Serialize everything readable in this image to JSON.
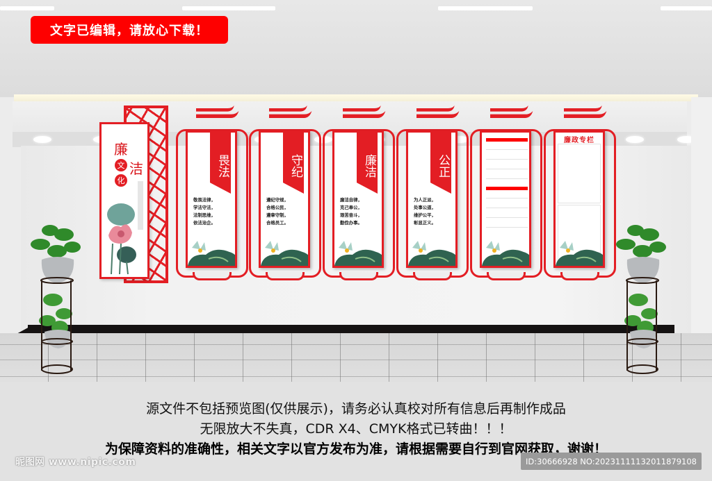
{
  "banner": {
    "text": "文字已编辑，请放心下载！",
    "color": "#fe0000"
  },
  "culture_panel": {
    "title_chars": [
      "廉",
      "洁"
    ],
    "sub_chars": [
      "文",
      "化"
    ]
  },
  "panels": [
    {
      "title": "畏法",
      "lines": [
        "敬畏法律，",
        "学法守法，",
        "法制思维，",
        "依法治企。"
      ]
    },
    {
      "title": "守纪",
      "lines": [
        "遵纪守规，",
        "合格公民，",
        "遵章守制，",
        "合格员工。"
      ]
    },
    {
      "title": "廉洁",
      "lines": [
        "廉洁自律，",
        "克己奉公，",
        "艰苦奋斗，",
        "勤俭办事。"
      ]
    },
    {
      "title": "公正",
      "lines": [
        "为人正派，",
        "处事公道，",
        "维护公平，",
        "彰显正义。"
      ]
    },
    {
      "title": "",
      "lines": []
    },
    {
      "title": "廉政专栏",
      "lines": []
    }
  ],
  "footer": {
    "line1": "源文件不包括预览图(仅供展示)，请务必认真校对所有信息后再制作成品",
    "line2": "无限放大不失真，CDR X4、CMYK格式已转曲！！！",
    "line3": "为保障资料的准确性，相关文字以官方发布为准，请根据需要自行到官网获取，谢谢！"
  },
  "watermark": {
    "brand": "昵图网",
    "url": "www.nipic.com"
  },
  "id_badge": "ID:30666928 NO:20231111132011879108",
  "colors": {
    "accent_red": "#e31e24",
    "banner_red": "#fe0000",
    "skirting": "#151212"
  }
}
